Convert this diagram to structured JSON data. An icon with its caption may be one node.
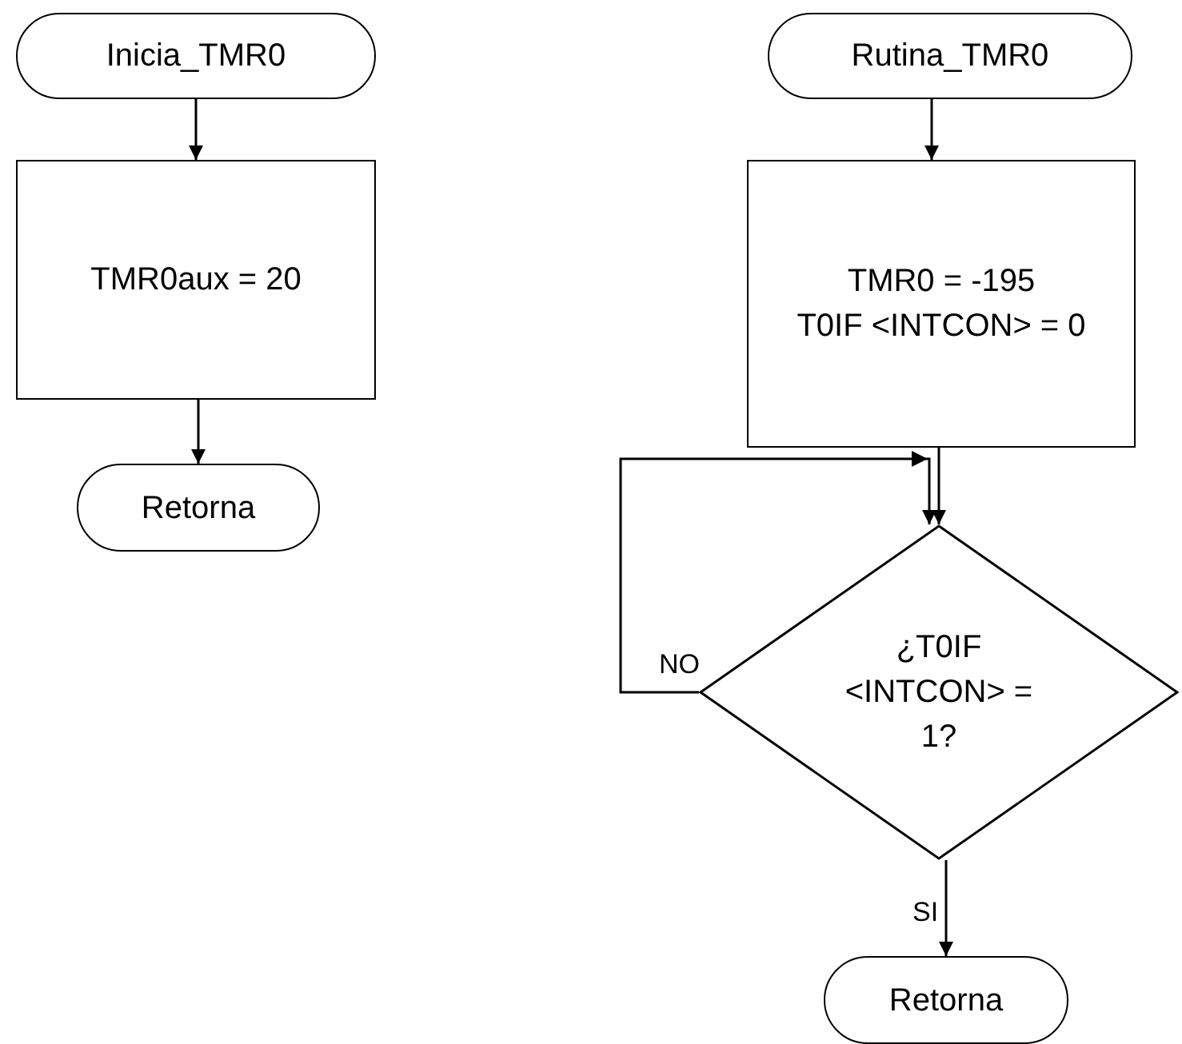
{
  "diagram": {
    "nodes": [
      {
        "text": [
          "Inicia_TMR0"
        ]
      },
      {
        "text": [
          "TMR0aux = 20"
        ]
      },
      {
        "text": [
          "Retorna"
        ]
      },
      {
        "text": [
          "Rutina_TMR0"
        ]
      },
      {
        "text": [
          "TMR0 = -195",
          "T0IF <INTCON> = 0"
        ]
      },
      {
        "text": [
          "¿T0IF <INTCON> = 1?"
        ]
      },
      {
        "text": [
          "Retorna"
        ]
      }
    ],
    "edges": [
      {
        "from": 0,
        "to": 1,
        "arrow": "to"
      },
      {
        "from": 1,
        "to": 2,
        "arrow": "to"
      },
      {
        "from": 3,
        "to": 4,
        "arrow": "to"
      },
      {
        "from": 4,
        "to": 5,
        "arrow": "to"
      },
      {
        "from": 5,
        "to": 6,
        "arrow": "to",
        "label": "SI"
      },
      {
        "from": 5,
        "to": 5,
        "arrow": "to",
        "label": "NO"
      }
    ]
  }
}
